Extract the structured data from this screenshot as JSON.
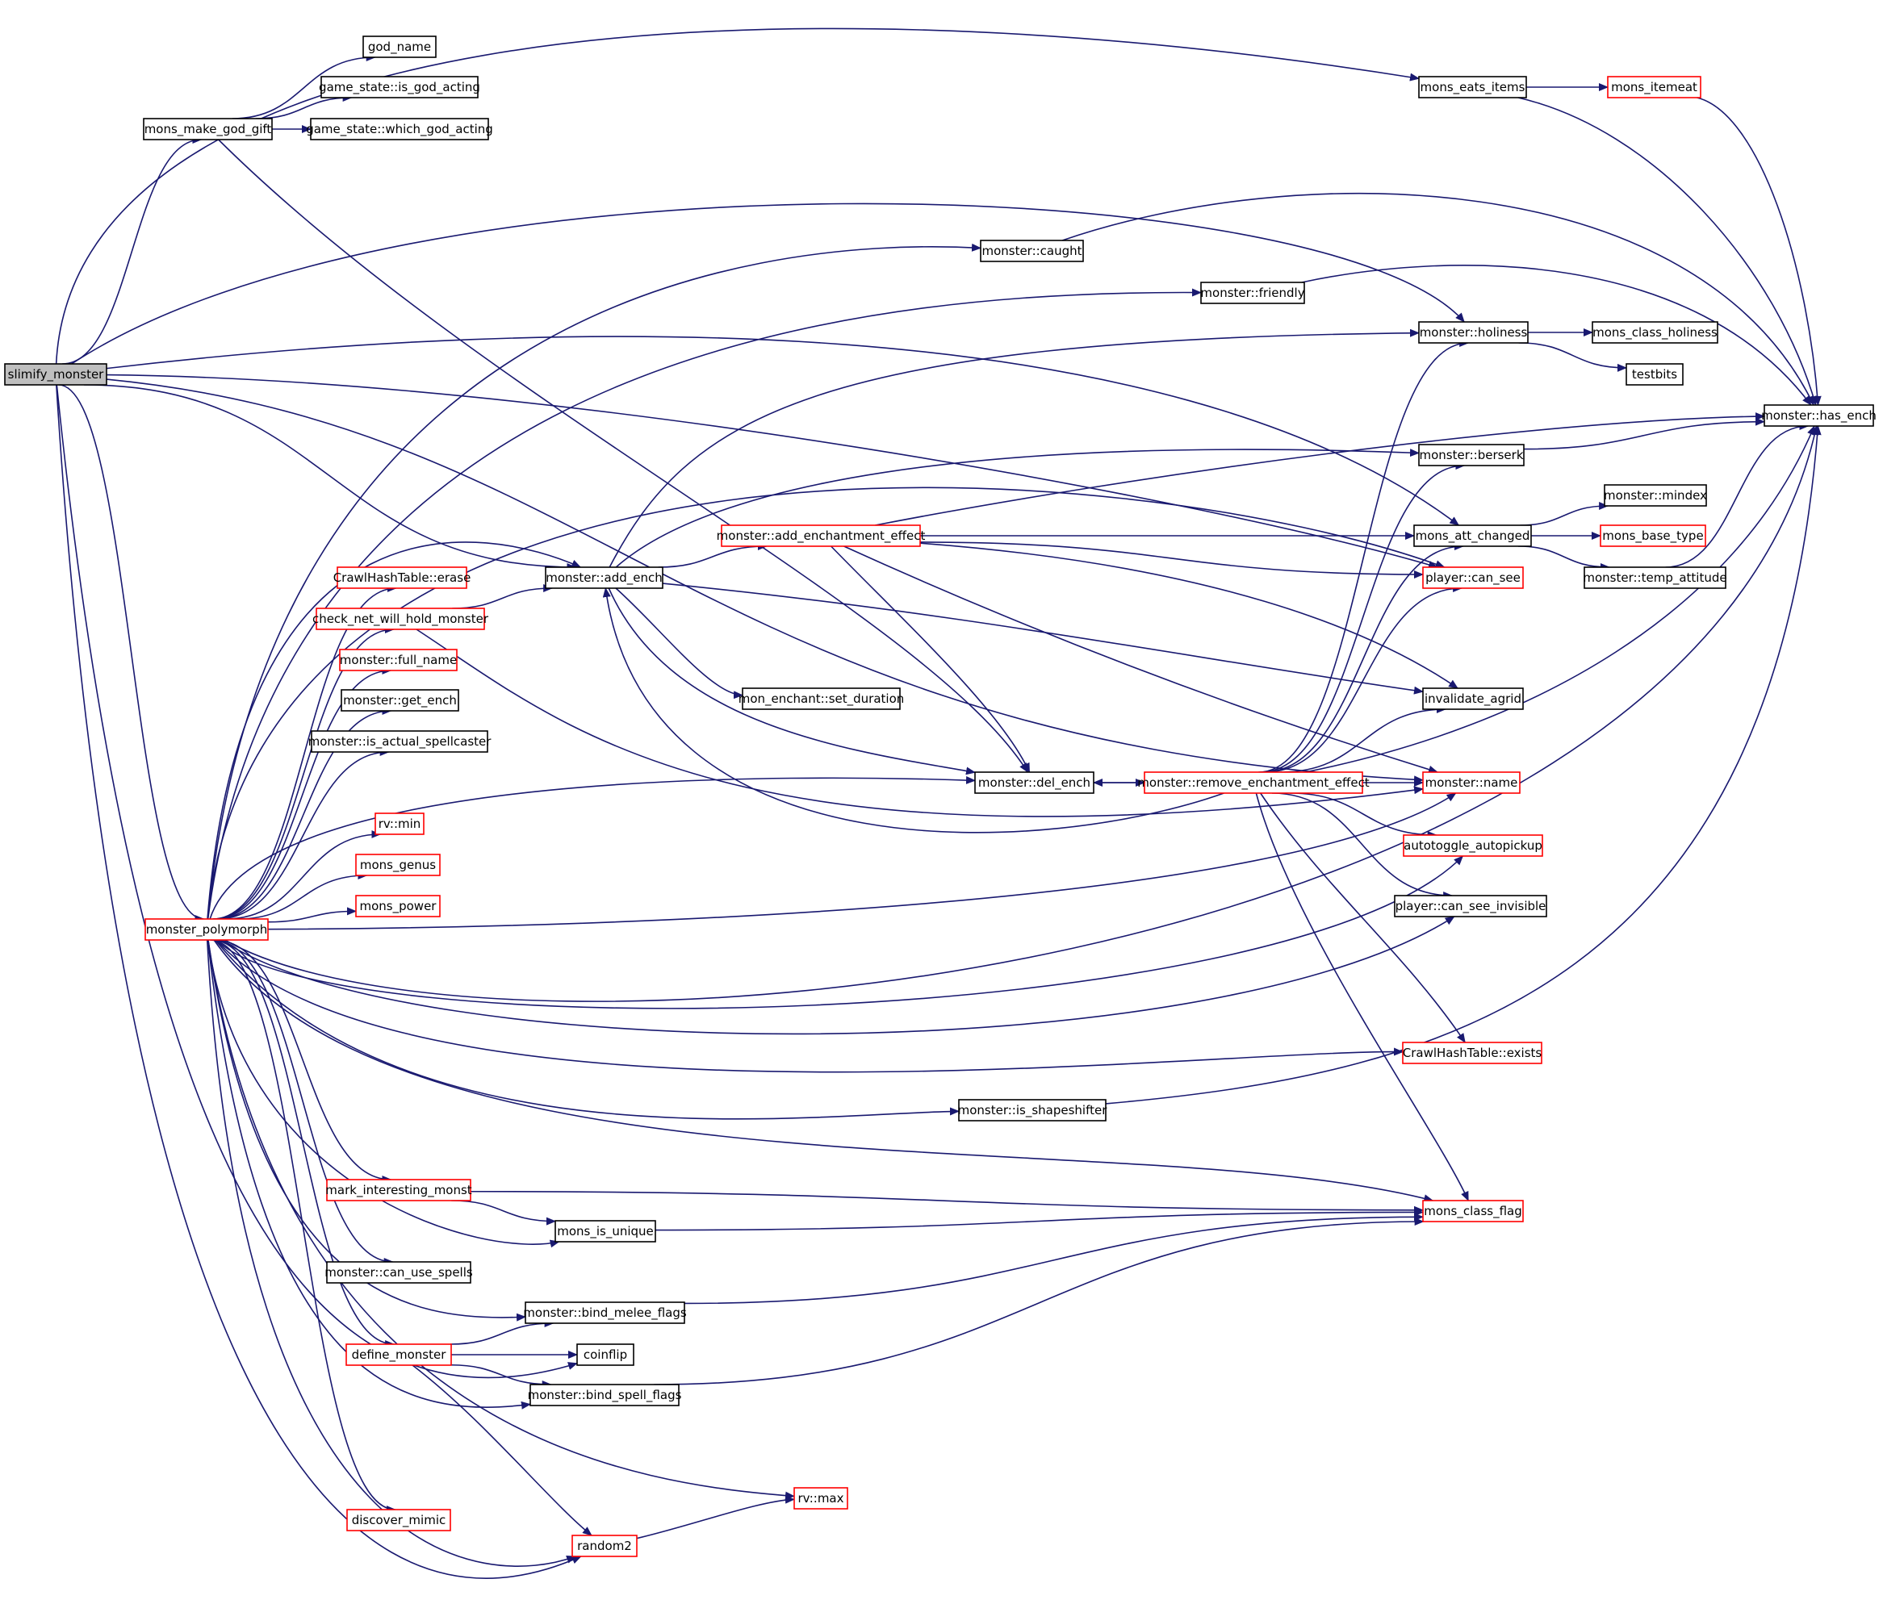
{
  "colors": {
    "edge": "#191970",
    "node_border_default": "#000000",
    "node_border_incomplete": "#ff0000",
    "root_fill": "#bfbfbf",
    "node_fill": "#ffffff"
  },
  "nodes": [
    {
      "id": "slimify_monster",
      "label": "slimify_monster",
      "root": true
    },
    {
      "id": "mons_make_god_gift",
      "label": "mons_make_god_gift"
    },
    {
      "id": "god_name",
      "label": "god_name"
    },
    {
      "id": "is_god_acting",
      "label": "game_state::is_god_acting"
    },
    {
      "id": "which_god_acting",
      "label": "game_state::which_god_acting"
    },
    {
      "id": "mons_eats_items",
      "label": "mons_eats_items"
    },
    {
      "id": "mons_itemeat",
      "label": "mons_itemeat",
      "red": true
    },
    {
      "id": "caught",
      "label": "monster::caught"
    },
    {
      "id": "friendly",
      "label": "monster::friendly"
    },
    {
      "id": "holiness",
      "label": "monster::holiness"
    },
    {
      "id": "mons_class_holiness",
      "label": "mons_class_holiness"
    },
    {
      "id": "testbits",
      "label": "testbits"
    },
    {
      "id": "has_ench",
      "label": "monster::has_ench"
    },
    {
      "id": "berserk",
      "label": "monster::berserk"
    },
    {
      "id": "mindex",
      "label": "monster::mindex"
    },
    {
      "id": "add_enchantment_effect",
      "label": "monster::add_enchantment_effect",
      "red": true
    },
    {
      "id": "mons_att_changed",
      "label": "mons_att_changed"
    },
    {
      "id": "mons_base_type",
      "label": "mons_base_type",
      "red": true
    },
    {
      "id": "chash_erase",
      "label": "CrawlHashTable::erase",
      "red": true
    },
    {
      "id": "add_ench",
      "label": "monster::add_ench"
    },
    {
      "id": "player_can_see",
      "label": "player::can_see",
      "red": true
    },
    {
      "id": "temp_attitude",
      "label": "monster::temp_attitude"
    },
    {
      "id": "check_net",
      "label": "check_net_will_hold_monster",
      "red": true
    },
    {
      "id": "full_name",
      "label": "monster::full_name",
      "red": true
    },
    {
      "id": "set_duration",
      "label": "mon_enchant::set_duration"
    },
    {
      "id": "invalidate_agrid",
      "label": "invalidate_agrid"
    },
    {
      "id": "get_ench",
      "label": "monster::get_ench"
    },
    {
      "id": "is_actual_spellcaster",
      "label": "monster::is_actual_spellcaster"
    },
    {
      "id": "del_ench",
      "label": "monster::del_ench"
    },
    {
      "id": "remove_enchantment_effect",
      "label": "monster::remove_enchantment_effect",
      "red": true
    },
    {
      "id": "monster_name",
      "label": "monster::name",
      "red": true
    },
    {
      "id": "rv_min",
      "label": "rv::min",
      "red": true
    },
    {
      "id": "autotoggle",
      "label": "autotoggle_autopickup",
      "red": true
    },
    {
      "id": "mons_genus",
      "label": "mons_genus",
      "red": true
    },
    {
      "id": "mons_power",
      "label": "mons_power",
      "red": true
    },
    {
      "id": "player_can_see_invisible",
      "label": "player::can_see_invisible"
    },
    {
      "id": "monster_polymorph",
      "label": "monster_polymorph",
      "red": true
    },
    {
      "id": "chash_exists",
      "label": "CrawlHashTable::exists",
      "red": true
    },
    {
      "id": "is_shapeshifter",
      "label": "monster::is_shapeshifter"
    },
    {
      "id": "mark_interesting",
      "label": "mark_interesting_monst",
      "red": true
    },
    {
      "id": "mons_class_flag",
      "label": "mons_class_flag",
      "red": true
    },
    {
      "id": "mons_is_unique",
      "label": "mons_is_unique"
    },
    {
      "id": "can_use_spells",
      "label": "monster::can_use_spells"
    },
    {
      "id": "bind_melee_flags",
      "label": "monster::bind_melee_flags"
    },
    {
      "id": "define_monster",
      "label": "define_monster",
      "red": true
    },
    {
      "id": "coinflip",
      "label": "coinflip"
    },
    {
      "id": "bind_spell_flags",
      "label": "monster::bind_spell_flags"
    },
    {
      "id": "rv_max",
      "label": "rv::max",
      "red": true
    },
    {
      "id": "discover_mimic",
      "label": "discover_mimic",
      "red": true
    },
    {
      "id": "random2",
      "label": "random2",
      "red": true
    }
  ],
  "edges": [
    [
      "slimify_monster",
      "mons_make_god_gift"
    ],
    [
      "slimify_monster",
      "mons_eats_items"
    ],
    [
      "slimify_monster",
      "holiness"
    ],
    [
      "slimify_monster",
      "mons_att_changed"
    ],
    [
      "slimify_monster",
      "add_ench"
    ],
    [
      "slimify_monster",
      "monster_name"
    ],
    [
      "slimify_monster",
      "player_can_see"
    ],
    [
      "slimify_monster",
      "monster_polymorph"
    ],
    [
      "slimify_monster",
      "random2"
    ],
    [
      "slimify_monster",
      "coinflip"
    ],
    [
      "mons_make_god_gift",
      "god_name"
    ],
    [
      "mons_make_god_gift",
      "is_god_acting"
    ],
    [
      "mons_make_god_gift",
      "which_god_acting"
    ],
    [
      "mons_make_god_gift",
      "del_ench"
    ],
    [
      "mons_eats_items",
      "mons_itemeat"
    ],
    [
      "mons_eats_items",
      "has_ench"
    ],
    [
      "mons_itemeat",
      "has_ench"
    ],
    [
      "caught",
      "has_ench"
    ],
    [
      "friendly",
      "has_ench"
    ],
    [
      "holiness",
      "mons_class_holiness"
    ],
    [
      "holiness",
      "testbits"
    ],
    [
      "berserk",
      "has_ench"
    ],
    [
      "mons_att_changed",
      "mindex"
    ],
    [
      "mons_att_changed",
      "mons_base_type"
    ],
    [
      "mons_att_changed",
      "temp_attitude"
    ],
    [
      "temp_attitude",
      "has_ench"
    ],
    [
      "add_ench",
      "add_enchantment_effect"
    ],
    [
      "add_ench",
      "set_duration"
    ],
    [
      "add_ench",
      "del_ench"
    ],
    [
      "add_ench",
      "invalidate_agrid"
    ],
    [
      "add_ench",
      "holiness"
    ],
    [
      "add_ench",
      "berserk"
    ],
    [
      "add_enchantment_effect",
      "mons_att_changed"
    ],
    [
      "add_enchantment_effect",
      "player_can_see"
    ],
    [
      "add_enchantment_effect",
      "invalidate_agrid"
    ],
    [
      "add_enchantment_effect",
      "monster_name"
    ],
    [
      "add_enchantment_effect",
      "del_ench"
    ],
    [
      "add_enchantment_effect",
      "has_ench"
    ],
    [
      "check_net",
      "add_ench"
    ],
    [
      "check_net",
      "monster_name"
    ],
    [
      "del_ench",
      "remove_enchantment_effect"
    ],
    [
      "remove_enchantment_effect",
      "del_ench"
    ],
    [
      "remove_enchantment_effect",
      "add_ench"
    ],
    [
      "remove_enchantment_effect",
      "holiness"
    ],
    [
      "remove_enchantment_effect",
      "berserk"
    ],
    [
      "remove_enchantment_effect",
      "mons_att_changed"
    ],
    [
      "remove_enchantment_effect",
      "player_can_see"
    ],
    [
      "remove_enchantment_effect",
      "invalidate_agrid"
    ],
    [
      "remove_enchantment_effect",
      "monster_name"
    ],
    [
      "remove_enchantment_effect",
      "autotoggle"
    ],
    [
      "remove_enchantment_effect",
      "player_can_see_invisible"
    ],
    [
      "remove_enchantment_effect",
      "chash_exists"
    ],
    [
      "remove_enchantment_effect",
      "mons_class_flag"
    ],
    [
      "remove_enchantment_effect",
      "has_ench"
    ],
    [
      "monster_polymorph",
      "caught"
    ],
    [
      "monster_polymorph",
      "friendly"
    ],
    [
      "monster_polymorph",
      "add_ench"
    ],
    [
      "monster_polymorph",
      "chash_erase"
    ],
    [
      "monster_polymorph",
      "check_net"
    ],
    [
      "monster_polymorph",
      "full_name"
    ],
    [
      "monster_polymorph",
      "get_ench"
    ],
    [
      "monster_polymorph",
      "is_actual_spellcaster"
    ],
    [
      "monster_polymorph",
      "del_ench"
    ],
    [
      "monster_polymorph",
      "rv_min"
    ],
    [
      "monster_polymorph",
      "mons_genus"
    ],
    [
      "monster_polymorph",
      "mons_power"
    ],
    [
      "monster_polymorph",
      "monster_name"
    ],
    [
      "monster_polymorph",
      "autotoggle"
    ],
    [
      "monster_polymorph",
      "player_can_see_invisible"
    ],
    [
      "monster_polymorph",
      "chash_exists"
    ],
    [
      "monster_polymorph",
      "is_shapeshifter"
    ],
    [
      "monster_polymorph",
      "mons_class_flag"
    ],
    [
      "monster_polymorph",
      "mark_interesting"
    ],
    [
      "monster_polymorph",
      "mons_is_unique"
    ],
    [
      "monster_polymorph",
      "can_use_spells"
    ],
    [
      "monster_polymorph",
      "bind_melee_flags"
    ],
    [
      "monster_polymorph",
      "define_monster"
    ],
    [
      "monster_polymorph",
      "bind_spell_flags"
    ],
    [
      "monster_polymorph",
      "rv_max"
    ],
    [
      "monster_polymorph",
      "discover_mimic"
    ],
    [
      "monster_polymorph",
      "random2"
    ],
    [
      "monster_polymorph",
      "player_can_see"
    ],
    [
      "monster_polymorph",
      "has_ench"
    ],
    [
      "is_shapeshifter",
      "has_ench"
    ],
    [
      "mark_interesting",
      "mons_is_unique"
    ],
    [
      "mark_interesting",
      "mons_class_flag"
    ],
    [
      "mons_is_unique",
      "mons_class_flag"
    ],
    [
      "bind_melee_flags",
      "mons_class_flag"
    ],
    [
      "bind_spell_flags",
      "mons_class_flag"
    ],
    [
      "define_monster",
      "bind_melee_flags"
    ],
    [
      "define_monster",
      "coinflip"
    ],
    [
      "define_monster",
      "bind_spell_flags"
    ],
    [
      "define_monster",
      "random2"
    ],
    [
      "random2",
      "rv_max"
    ]
  ]
}
